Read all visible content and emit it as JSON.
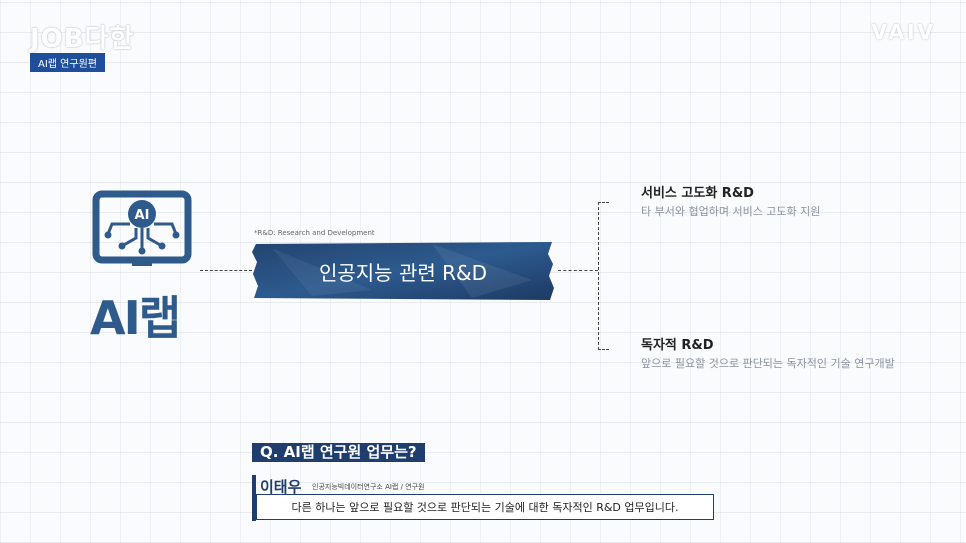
{
  "header": {
    "logo": "JOB다한",
    "badge": "AI랩 연구원편",
    "brand": "VAIV"
  },
  "left": {
    "icon_text": "AI",
    "lab_label": "AI랩"
  },
  "center": {
    "note": "*R&D: Research and Development",
    "banner_text": "인공지능 관련 R&D"
  },
  "items": [
    {
      "title": "서비스 고도화 R&D",
      "desc": "타 부서와 협업하며 서비스 고도화 지원"
    },
    {
      "title": "독자적 R&D",
      "desc": "앞으로 필요할 것으로 판단되는 독자적인 기술 연구개발"
    }
  ],
  "subtitle": {
    "question": "Q. AI랩 연구원 업무는?",
    "name": "이태우",
    "affiliation": "인공지능빅데이터연구소 AI랩 / 연구원",
    "caption": "다른 하나는 앞으로 필요할 것으로 판단되는 기술에 대한 독자적인 R&D 업무입니다."
  },
  "colors": {
    "primary": "#2f5a8c",
    "banner": "#1f3e6e",
    "accent": "#1f4f9a"
  }
}
